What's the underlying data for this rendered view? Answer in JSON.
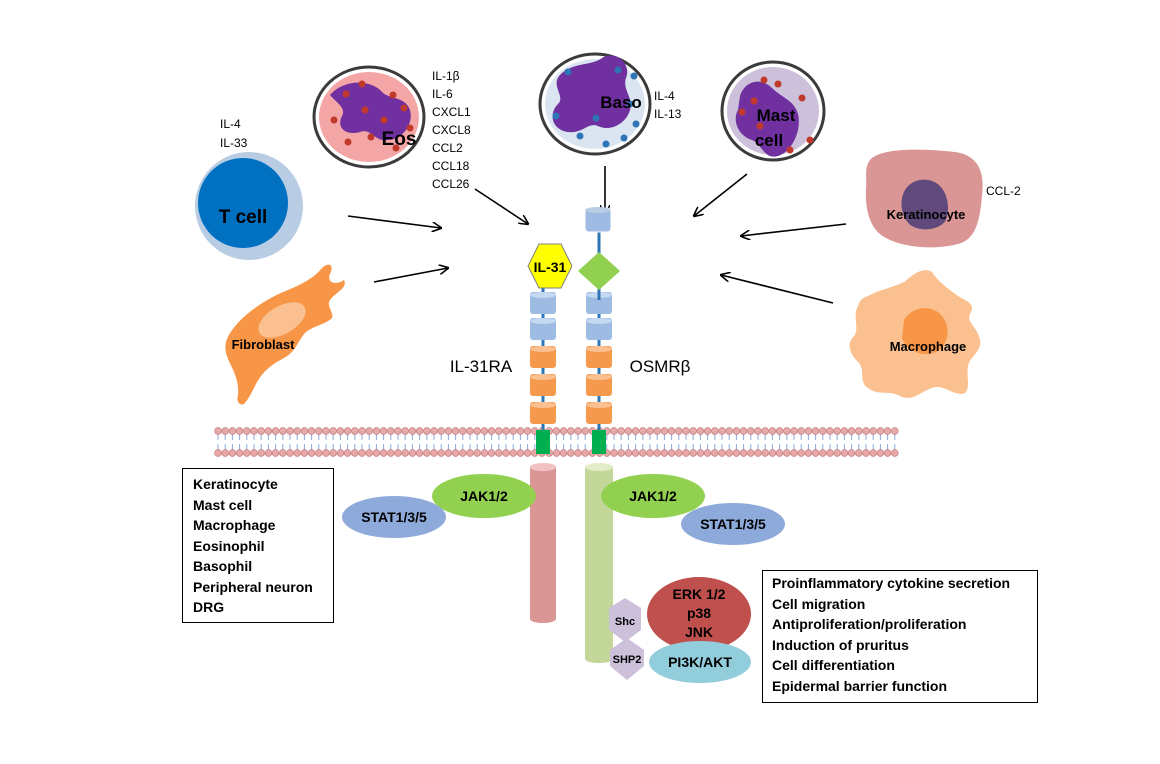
{
  "cells": {
    "t_cell": {
      "label": "T cell",
      "cytokines": [
        "IL-4",
        "IL-33"
      ]
    },
    "eos": {
      "label": "Eos",
      "cytokines": [
        "IL-1β",
        "IL-6",
        "CXCL1",
        "CXCL8",
        "CCL2",
        "CCL18",
        "CCL26"
      ]
    },
    "baso": {
      "label": "Baso",
      "cytokines": [
        "IL-4",
        "IL-13"
      ]
    },
    "mast": {
      "label_line1": "Mast",
      "label_line2": "cell"
    },
    "keratinocyte": {
      "label": "Keratinocyte",
      "cytokines": [
        "CCL-2"
      ]
    },
    "fibroblast": {
      "label": "Fibroblast"
    },
    "macrophage": {
      "label": "Macrophage"
    }
  },
  "receptor": {
    "ligand": "IL-31",
    "left_chain": "IL-31RA",
    "right_chain": "OSMRβ"
  },
  "signaling": {
    "jak_left": "JAK1/2",
    "jak_right": "JAK1/2",
    "stat_left": "STAT1/3/5",
    "stat_right": "STAT1/3/5",
    "erk": [
      "ERK 1/2",
      "p38",
      "JNK"
    ],
    "pi3k": "PI3K/AKT",
    "shc": "Shc",
    "shp2": "SHP2"
  },
  "expression_list": [
    "Keratinocyte",
    "Mast cell",
    "Macrophage",
    "Eosinophil",
    "Basophil",
    "Peripheral neuron",
    "DRG"
  ],
  "effects_list": [
    "Proinflammatory cytokine secretion",
    "Cell migration",
    "Antiproliferation/proliferation",
    "Induction of pruritus",
    "Cell differentiation",
    "Epidermal barrier function"
  ],
  "colors": {
    "blue_domain": "#9dbbe3",
    "orange_domain": "#f59a4c",
    "tm_green": "#1aa55a",
    "il31_yellow": "#ffff00",
    "osm_green": "#92d050",
    "left_tail": "#d99595",
    "right_tail": "#c4d79b",
    "jak_green": "#92d050",
    "stat_blue": "#8eaadb",
    "erk_red": "#c0504d",
    "pi3k_cyan": "#92cddc",
    "membrane_pink": "#e6a8a8"
  }
}
